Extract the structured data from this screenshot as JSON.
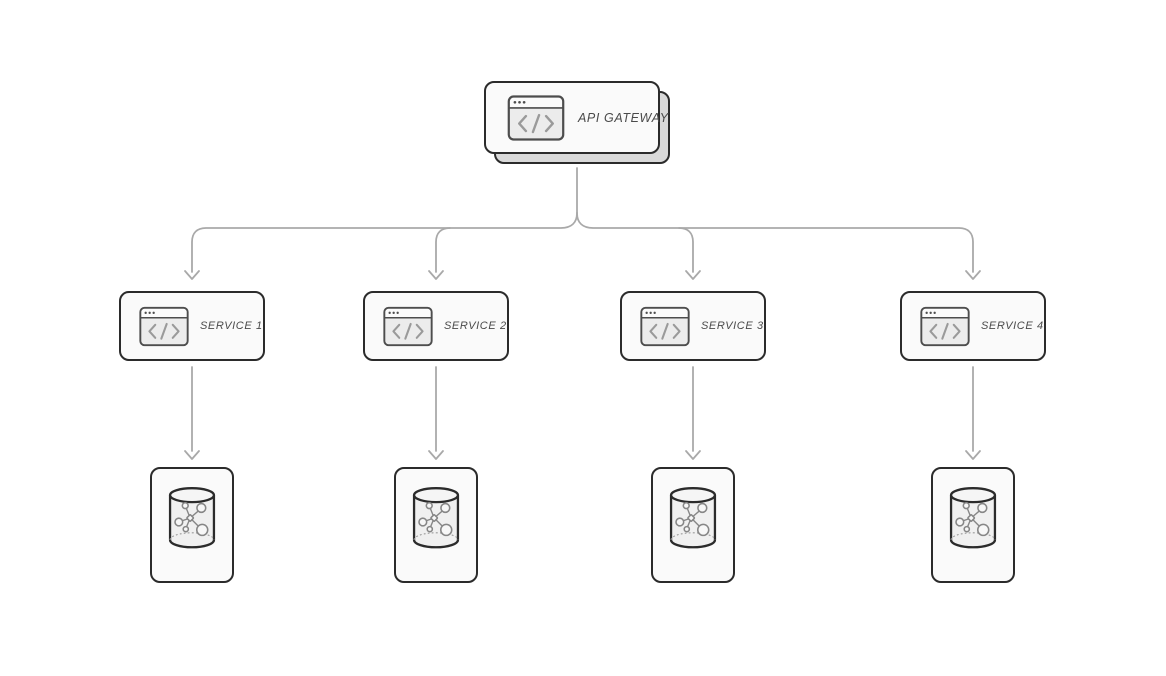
{
  "diagram": {
    "gateway": {
      "label": "API GATEWAY",
      "icon": "code-window-icon"
    },
    "services": [
      {
        "label": "SERVICE 1",
        "icon": "code-window-icon"
      },
      {
        "label": "SERVICE 2",
        "icon": "code-window-icon"
      },
      {
        "label": "SERVICE 3",
        "icon": "code-window-icon"
      },
      {
        "label": "SERVICE 4",
        "icon": "code-window-icon"
      }
    ],
    "databases": [
      {
        "icon": "database-graph-icon"
      },
      {
        "icon": "database-graph-icon"
      },
      {
        "icon": "database-graph-icon"
      },
      {
        "icon": "database-graph-icon"
      }
    ],
    "colors": {
      "background": "#ffffff",
      "card_border": "#2b2b2b",
      "card_fill": "#fafafa",
      "stack_shadow_fill": "#d9d9d9",
      "connector": "#a9a9a9",
      "label_text": "#4a4a4a",
      "icon_stroke": "#4d4d4d",
      "icon_glyph": "#9a9a9a"
    }
  }
}
